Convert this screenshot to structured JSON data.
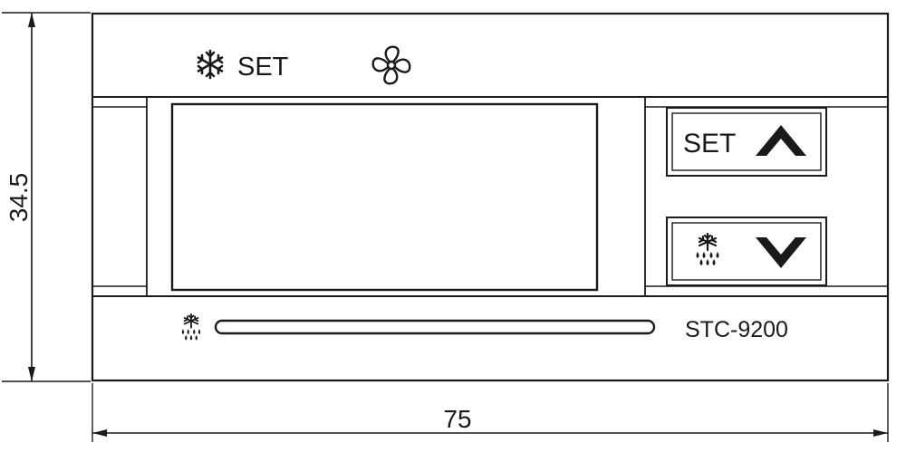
{
  "dimensions": {
    "height_label": "34.5",
    "width_label": "75"
  },
  "top_panel": {
    "set_label": "SET"
  },
  "buttons": {
    "set_up_label": "SET"
  },
  "bottom_panel": {
    "model": "STC-9200"
  },
  "icons": {
    "top_snowflake": "snowflake-icon",
    "top_fan": "fan-icon",
    "up_arrow": "arrow-up-icon",
    "defrost_button": "defrost-icon",
    "down_arrow": "arrow-down-icon",
    "bottom_defrost": "defrost-icon"
  },
  "colors": {
    "stroke": "#1a1a1a",
    "background": "#ffffff"
  }
}
